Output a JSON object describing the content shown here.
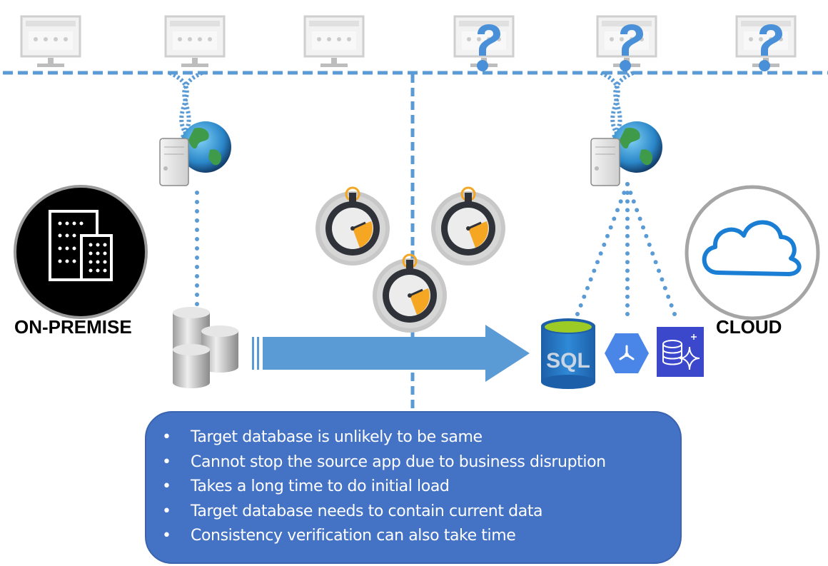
{
  "diagram": {
    "title": "Database migration: on-premise to cloud",
    "colors": {
      "accent_blue": "#5b9bd5",
      "notes_box": "#4472c4",
      "timer_orange": "#f5a623",
      "cloud_blue": "#1a7fd4"
    },
    "apps": [
      {
        "name": "app-screen-dashboard",
        "unknown": false
      },
      {
        "name": "app-screen-list",
        "unknown": false
      },
      {
        "name": "app-screen-workflow",
        "unknown": false
      },
      {
        "name": "app-screen-dashboard",
        "unknown": true
      },
      {
        "name": "app-screen-list",
        "unknown": true
      },
      {
        "name": "app-screen-workflow",
        "unknown": true
      }
    ],
    "question_mark": "?",
    "on_premise": {
      "label": "ON-PREMISE",
      "icon": "office-buildings-icon",
      "server_icon": "web-server-icon",
      "database_icon": "database-stack-icon"
    },
    "cloud": {
      "label": "CLOUD",
      "icon": "cloud-icon",
      "server_icon": "web-server-icon",
      "targets": [
        {
          "icon": "sql-database-icon",
          "text": "SQL"
        },
        {
          "icon": "cloud-migration-tool-icon",
          "text": ""
        },
        {
          "icon": "managed-database-icon",
          "text": ""
        }
      ]
    },
    "migration_arrow": "migration-arrow",
    "timers": [
      "stopwatch-icon",
      "stopwatch-icon",
      "stopwatch-icon"
    ],
    "notes": [
      "Target database is unlikely to be same",
      "Cannot stop the source app due to business disruption",
      "Takes a long time to do initial load",
      "Target database needs to contain current data",
      "Consistency verification can also take time"
    ]
  }
}
